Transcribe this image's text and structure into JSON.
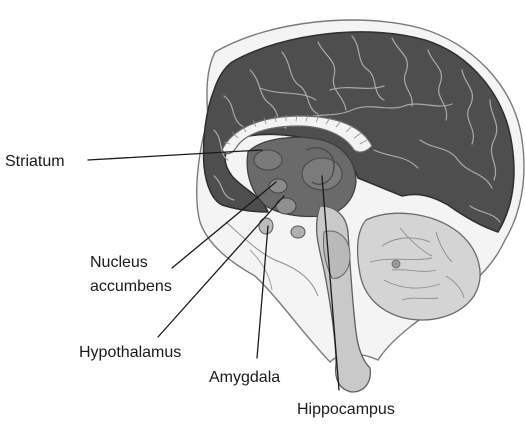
{
  "figure": {
    "labels": {
      "striatum": "Striatum",
      "nucleus_accumbens_line1": "Nucleus",
      "nucleus_accumbens_line2": "accumbens",
      "hypothalamus": "Hypothalamus",
      "amygdala": "Amygdala",
      "hippocampus": "Hippocampus"
    }
  }
}
